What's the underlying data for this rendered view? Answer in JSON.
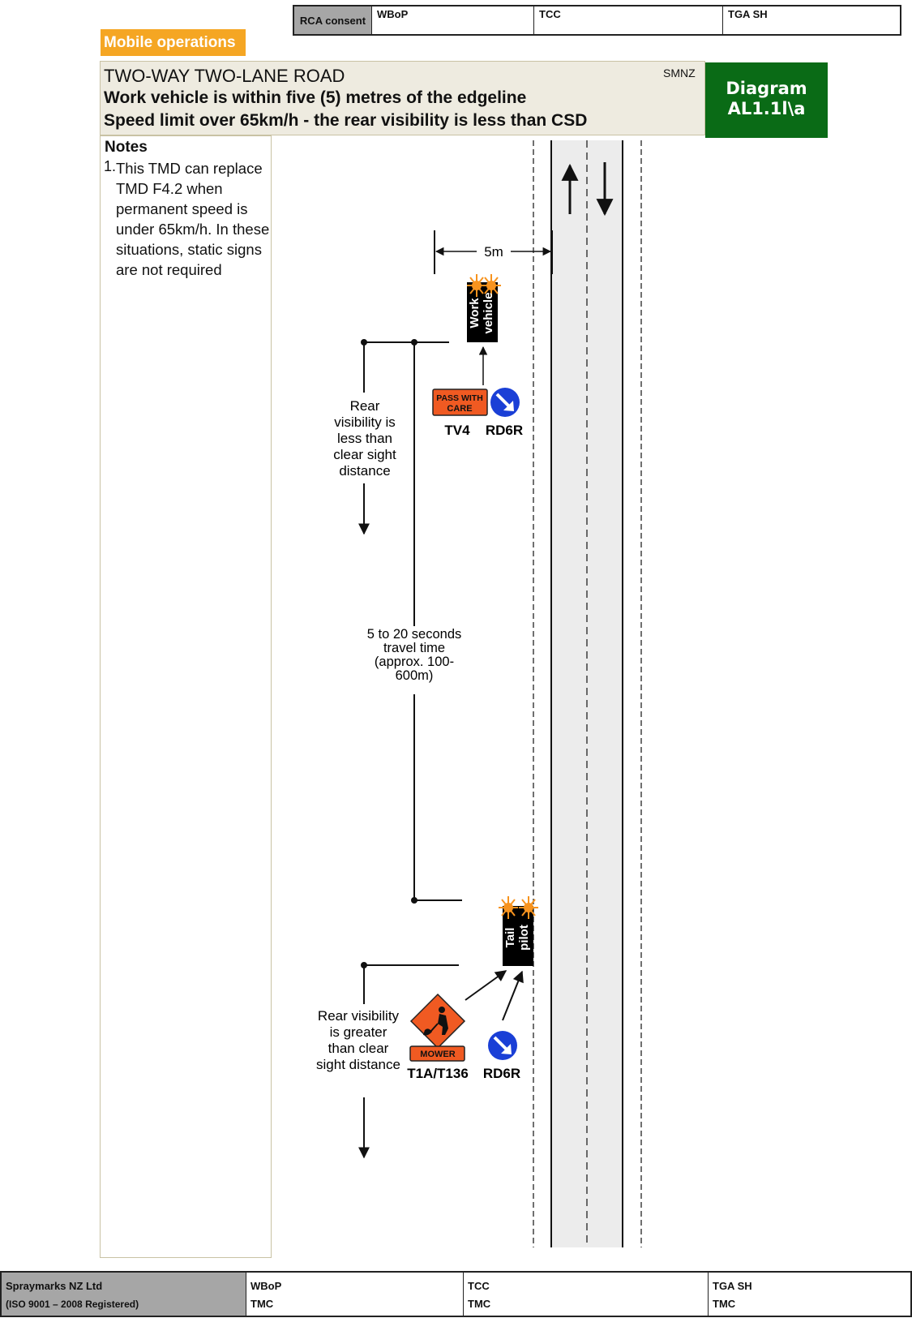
{
  "consent": {
    "rca_label": "RCA consent",
    "wbop": "WBoP",
    "tcc": "TCC",
    "tga": "TGA SH"
  },
  "header": {
    "category": "Mobile operations",
    "line1": "TWO-WAY TWO-LANE ROAD",
    "line2": "Work vehicle is within five (5) metres of the edgeline",
    "line3": "Speed limit over 65km/h - the rear visibility is less than CSD",
    "org": "SMNZ",
    "diagram_label": "Diagram",
    "diagram_code": "AL1.1l\\a"
  },
  "notes": {
    "title": "Notes",
    "items": [
      {
        "number": "1.",
        "text": "This TMD can replace TMD F4.2 when permanent speed is under 65km/h. In these situations, static signs are not required"
      }
    ]
  },
  "diagram": {
    "offset_label": "5m",
    "work_vehicle_line1": "Work",
    "work_vehicle_line2": "vehicle",
    "tail_pilot_line1": "Tail",
    "tail_pilot_line2": "pilot",
    "sign_pass_line1": "PASS WITH",
    "sign_pass_line2": "CARE",
    "sign_tv4": "TV4",
    "sign_rd6r_1": "RD6R",
    "sign_mower": "MOWER",
    "sign_t1a": "T1A/T136",
    "sign_rd6r_2": "RD6R",
    "rear_less": [
      "Rear",
      "visibility is",
      "less than",
      "clear sight",
      "distance"
    ],
    "travel_time": [
      "5 to 20 seconds",
      "travel time",
      "(approx. 100-",
      "600m)"
    ],
    "rear_greater": [
      "Rear visibility",
      "is greater",
      "than clear",
      "sight distance"
    ]
  },
  "colors": {
    "badge_green": "#0a6b16",
    "category_orange": "#f5a623",
    "sign_orange": "#f05a22",
    "sign_blue": "#1a3fd6",
    "lamp_amber": "#f7931e",
    "road_grey": "#ececec"
  },
  "footer": {
    "company": "Spraymarks NZ Ltd",
    "registration": "(ISO 9001 – 2008 Registered)",
    "wbop": "WBoP",
    "wbop_sub": "TMC",
    "tcc": "TCC",
    "tcc_sub": "TMC",
    "tga": "TGA SH",
    "tga_sub": "TMC"
  }
}
